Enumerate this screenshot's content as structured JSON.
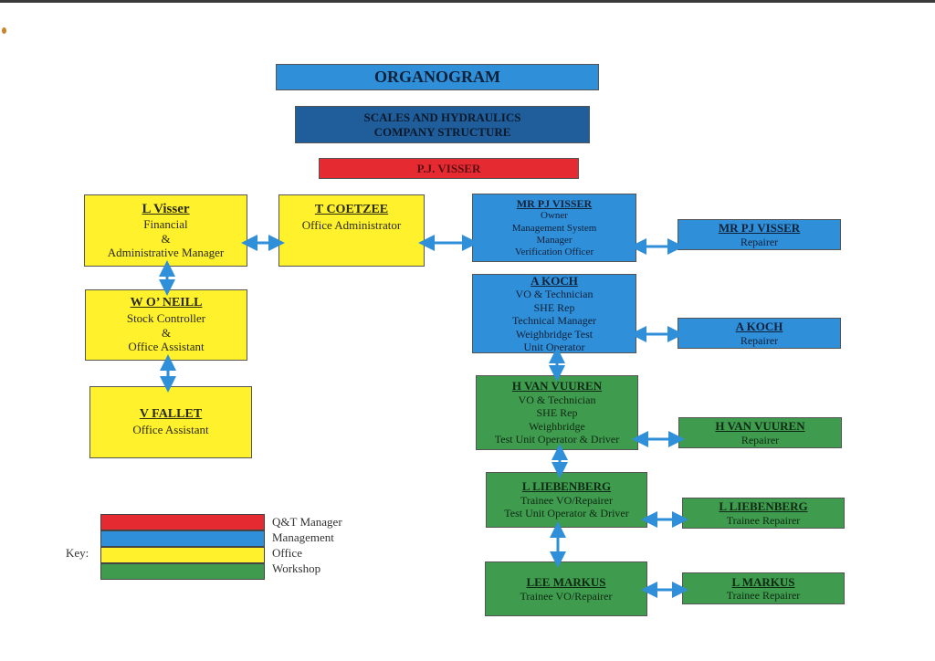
{
  "title": "ORGANOGRAM",
  "subtitle_line1": "SCALES AND HYDRAULICS",
  "subtitle_line2": "COMPANY STRUCTURE",
  "qt_manager": "P.J. VISSER",
  "office": {
    "l_visser": {
      "name": "L Visser",
      "line1": "Financial",
      "line2": "&",
      "line3": "Administrative Manager"
    },
    "w_oneill": {
      "name": "W O’ NEILL",
      "line1": "Stock Controller",
      "line2": "&",
      "line3": "Office Assistant"
    },
    "v_fallet": {
      "name": "V FALLET",
      "line1": "Office Assistant"
    },
    "t_coetzee": {
      "name": "T COETZEE",
      "line1": "Office Administrator"
    }
  },
  "management": {
    "pj_visser": {
      "name": "MR PJ VISSER",
      "lines": [
        "Owner",
        "Management System",
        "Manager",
        "Verification Officer"
      ]
    },
    "a_koch": {
      "name": "A KOCH",
      "lines": [
        "VO & Technician",
        "SHE Rep",
        "Technical Manager",
        "Weighbridge Test",
        "Unit Operator"
      ]
    },
    "pj_visser_repairer": {
      "name": "MR PJ VISSER",
      "role": "Repairer"
    },
    "a_koch_repairer": {
      "name": "A KOCH",
      "role": "Repairer"
    }
  },
  "workshop": {
    "h_van_vuuren": {
      "name": "H VAN VUUREN",
      "lines": [
        "VO & Technician",
        "SHE Rep",
        "Weighbridge",
        "Test Unit Operator & Driver"
      ]
    },
    "h_van_vuuren_repairer": {
      "name": "H VAN VUUREN",
      "role": "Repairer"
    },
    "l_liebenberg": {
      "name": "L  LIEBENBERG",
      "lines": [
        "Trainee VO/Repairer",
        "Test Unit Operator & Driver"
      ]
    },
    "l_liebenberg_repairer": {
      "name": "L  LIEBENBERG",
      "role": "Trainee Repairer"
    },
    "lee_markus": {
      "name": "LEE MARKUS",
      "lines": [
        "Trainee VO/Repairer"
      ]
    },
    "l_markus_repairer": {
      "name": "L MARKUS",
      "role": "Trainee Repairer"
    }
  },
  "key": {
    "label": "Key:",
    "items": [
      {
        "label": "Q&T Manager",
        "color": "#e52a32"
      },
      {
        "label": "Management",
        "color": "#2f8fd8"
      },
      {
        "label": "Office",
        "color": "#fff22c"
      },
      {
        "label": "Workshop",
        "color": "#3f9b4e"
      }
    ]
  },
  "colors": {
    "arrow": "#2f8fd8",
    "title_blue": "#2f8fd8",
    "navy": "#1f5d9b",
    "red": "#e52a32",
    "yellow": "#fff22c",
    "green": "#3f9b4e"
  }
}
